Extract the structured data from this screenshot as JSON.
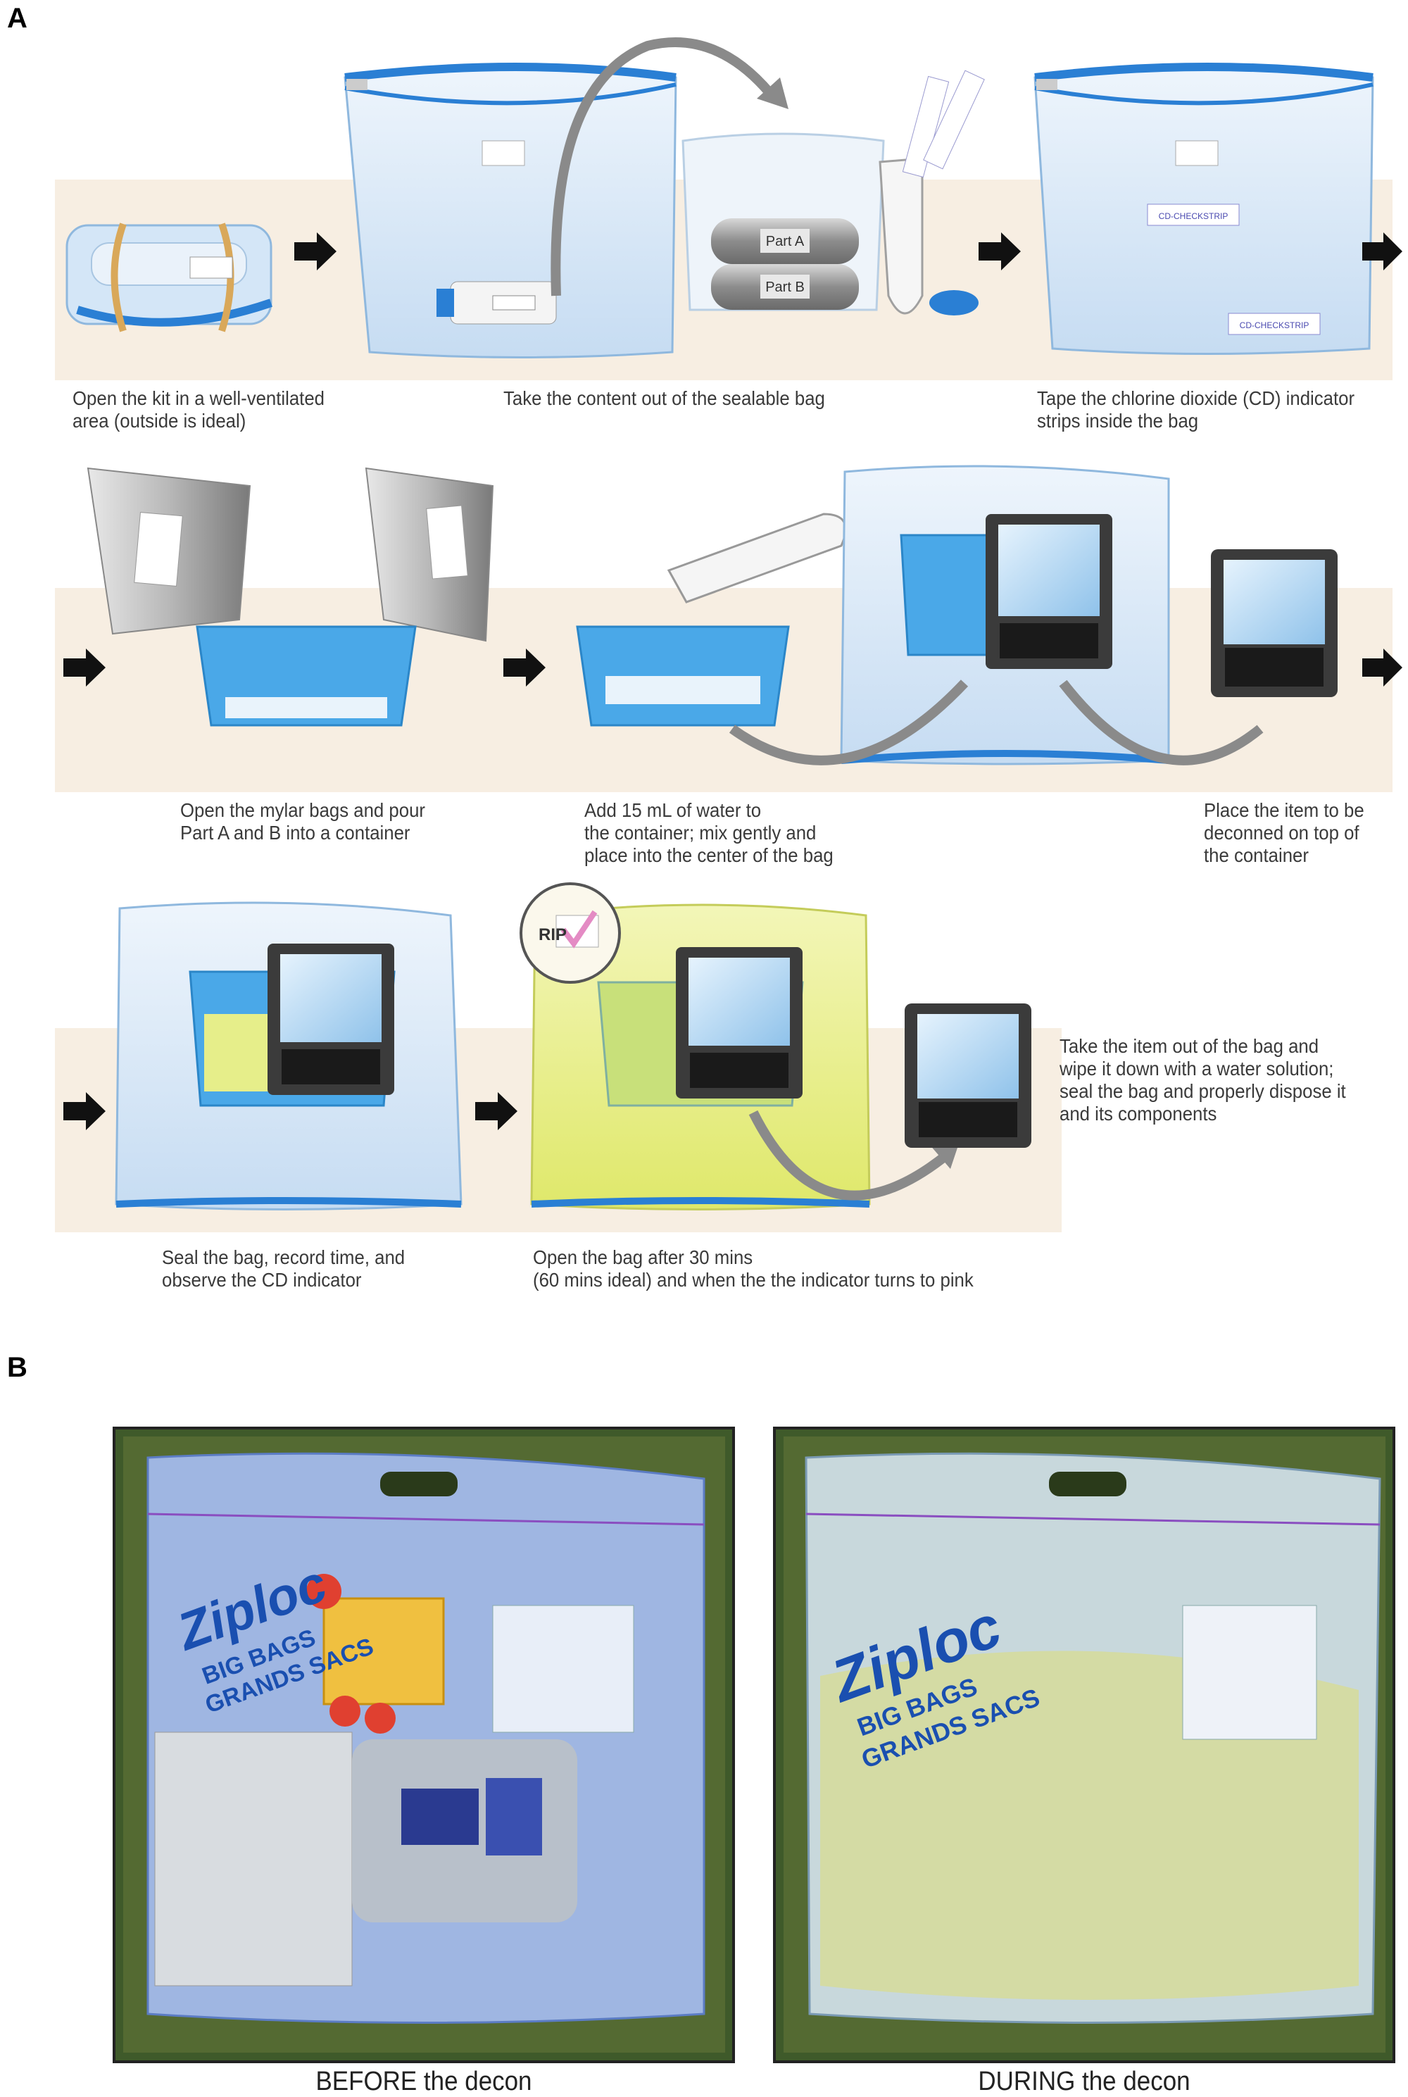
{
  "panels": {
    "a": "A",
    "b": "B"
  },
  "steps": {
    "open_kit": [
      "Open the kit in a well-ventilated",
      "area (outside is ideal)"
    ],
    "take_content": [
      "Take the content out of the sealable bag"
    ],
    "tape_strips": [
      "Tape the chlorine dioxide (CD) indicator",
      "strips inside the bag"
    ],
    "open_mylar": [
      "Open the mylar bags and pour",
      "Part A and B into a container"
    ],
    "add_water": [
      "Add 15 mL of water to",
      "the container; mix gently and",
      "place into the center of the bag"
    ],
    "place_item": [
      "Place the item to be",
      "deconned on top of",
      "the container"
    ],
    "seal_bag": [
      "Seal the bag, record time, and",
      "observe the CD indicator"
    ],
    "open_bag": [
      "Open the bag after 30 mins",
      "(60 mins ideal) and when the the indicator turns to pink"
    ],
    "take_out": [
      "Take the item out of the bag and",
      "wipe it down with a water solution;",
      "seal the bag and properly dispose it",
      "and its components"
    ]
  },
  "labels": {
    "part_a": "Part A",
    "part_b": "Part B",
    "check_strip": "CD-CHECKSTRIP",
    "rip": "RIP"
  },
  "photos": {
    "before": "BEFORE the decon",
    "during": "DURING the decon",
    "brand": "Ziploc",
    "big_bags": "BIG BAGS",
    "grands_sacs": "GRANDS SACS"
  },
  "colors": {
    "bag_blue": "#2a7fd4",
    "bag_fill": "#dbe9f7",
    "container_blue": "#4aa8e8",
    "floor_beige": "#f6ecdf",
    "indicator_yellow": "#e9f07a",
    "grass_green": "#3f5a2a",
    "device_dark": "#3b3b3b"
  }
}
